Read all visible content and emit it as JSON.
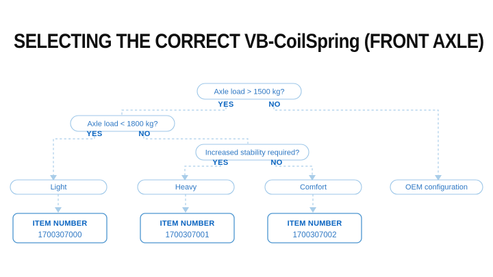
{
  "title": "SELECTING THE CORRECT VB-CoilSpring (FRONT AXLE)",
  "colors": {
    "title_text": "#0f0f0f",
    "node_border": "#9cc6e8",
    "node_text": "#2f78c4",
    "branch_label": "#0a64c0",
    "item_border": "#4a94cf",
    "connector": "#a9cde9",
    "background": "#ffffff"
  },
  "chart_data": {
    "type": "diagram",
    "title": "SELECTING THE CORRECT VB-CoilSpring (FRONT AXLE)",
    "nodes": [
      {
        "id": "d1",
        "kind": "decision",
        "label": "Axle load > 1500 kg?"
      },
      {
        "id": "d2",
        "kind": "decision",
        "label": "Axle load < 1800 kg?"
      },
      {
        "id": "d3",
        "kind": "decision",
        "label": "Increased stability required?"
      },
      {
        "id": "r1",
        "kind": "result",
        "label": "Light"
      },
      {
        "id": "r2",
        "kind": "result",
        "label": "Heavy"
      },
      {
        "id": "r3",
        "kind": "result",
        "label": "Comfort"
      },
      {
        "id": "r4",
        "kind": "result",
        "label": "OEM configuration"
      },
      {
        "id": "i1",
        "kind": "item",
        "heading": "ITEM NUMBER",
        "value": "1700307000"
      },
      {
        "id": "i2",
        "kind": "item",
        "heading": "ITEM NUMBER",
        "value": "1700307001"
      },
      {
        "id": "i3",
        "kind": "item",
        "heading": "ITEM NUMBER",
        "value": "1700307002"
      }
    ],
    "edges": [
      {
        "from": "d1",
        "to": "d2",
        "label": "YES"
      },
      {
        "from": "d1",
        "to": "r4",
        "label": "NO"
      },
      {
        "from": "d2",
        "to": "r1",
        "label": "YES"
      },
      {
        "from": "d2",
        "to": "d3",
        "label": "NO"
      },
      {
        "from": "d3",
        "to": "r2",
        "label": "YES"
      },
      {
        "from": "d3",
        "to": "r3",
        "label": "NO"
      },
      {
        "from": "r1",
        "to": "i1",
        "label": ""
      },
      {
        "from": "r2",
        "to": "i2",
        "label": ""
      },
      {
        "from": "r3",
        "to": "i3",
        "label": ""
      }
    ]
  },
  "decisions": {
    "d1": {
      "question": "Axle load > 1500 kg?",
      "yes": "YES",
      "no": "NO"
    },
    "d2": {
      "question": "Axle load < 1800 kg?",
      "yes": "YES",
      "no": "NO"
    },
    "d3": {
      "question": "Increased stability required?",
      "yes": "YES",
      "no": "NO"
    }
  },
  "results": {
    "light": "Light",
    "heavy": "Heavy",
    "comfort": "Comfort",
    "oem": "OEM configuration"
  },
  "items": {
    "item1": {
      "heading": "ITEM NUMBER",
      "value": "1700307000"
    },
    "item2": {
      "heading": "ITEM NUMBER",
      "value": "1700307001"
    },
    "item3": {
      "heading": "ITEM NUMBER",
      "value": "1700307002"
    }
  }
}
